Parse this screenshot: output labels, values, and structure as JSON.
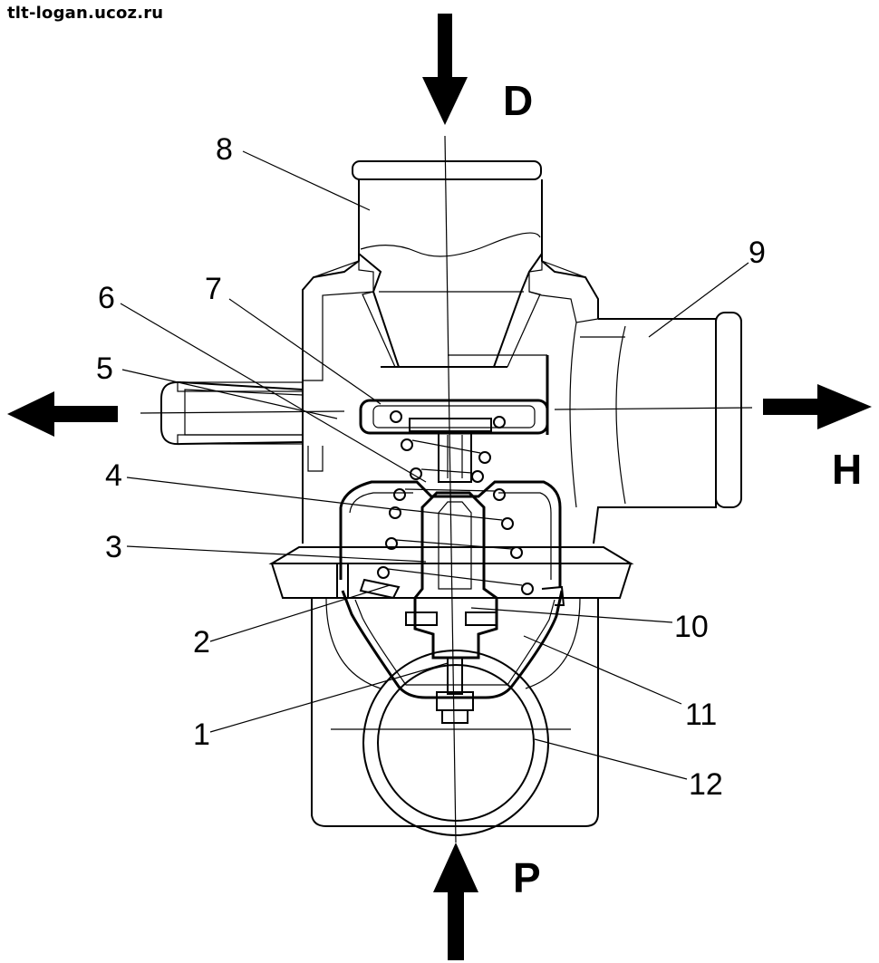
{
  "watermark": "tlt-logan.ucoz.ru",
  "flow_labels": {
    "top": "D",
    "right": "H",
    "bottom": "P"
  },
  "callouts": [
    "1",
    "2",
    "3",
    "4",
    "5",
    "6",
    "7",
    "8",
    "9",
    "10",
    "11",
    "12"
  ]
}
